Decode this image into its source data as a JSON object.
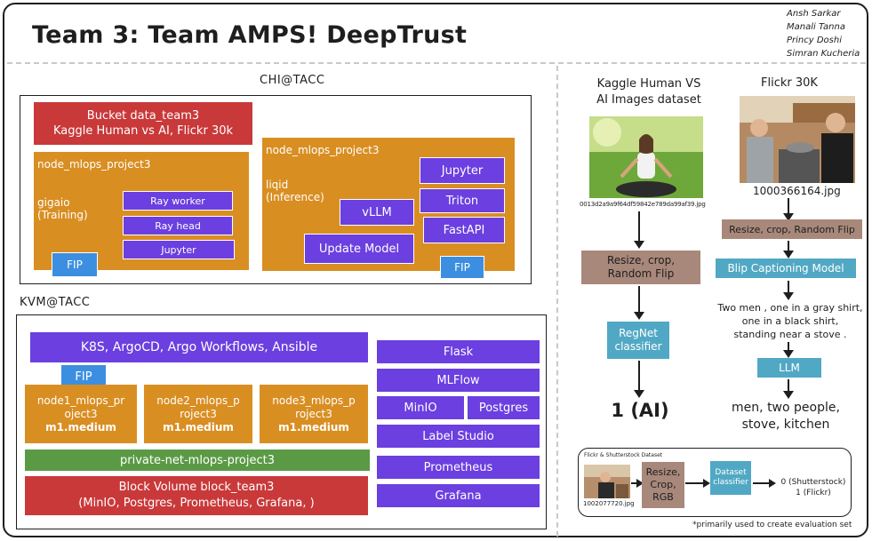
{
  "title": "Team 3: Team AMPS! DeepTrust",
  "authors": [
    "Ansh Sarkar",
    "Manali Tanna",
    "Princy Doshi",
    "Simran Kucheria"
  ],
  "chi": {
    "label": "CHI@TACC",
    "bucket": [
      "Bucket data_team3",
      "Kaggle Human vs AI, Flickr 30k"
    ],
    "node1": {
      "name": "node_mlops_project3",
      "role": [
        "gigaio",
        "(Training)"
      ],
      "ray_worker": "Ray worker",
      "ray_head": "Ray head",
      "jupyter": "Jupyter",
      "fip": "FIP"
    },
    "node2": {
      "name": "node_mlops_project3",
      "role": [
        "liqid",
        "(Inference)"
      ],
      "jupyter": "Jupyter",
      "triton": "Triton",
      "vllm": "vLLM",
      "fastapi": "FastAPI",
      "update_model": "Update Model",
      "fip": "FIP"
    }
  },
  "kvm": {
    "label": "KVM@TACC",
    "k8s": "K8S, ArgoCD, Argo Workflows, Ansible",
    "fip": "FIP",
    "nodes": [
      {
        "name": [
          "node1_mlops_pr",
          "oject3"
        ],
        "flavor": "m1.medium"
      },
      {
        "name": [
          "node2_mlops_p",
          "roject3"
        ],
        "flavor": "m1.medium"
      },
      {
        "name": [
          "node3_mlops_p",
          "roject3"
        ],
        "flavor": "m1.medium"
      }
    ],
    "network": "private-net-mlops-project3",
    "volume": [
      "Block Volume block_team3",
      "(MinIO, Postgres, Prometheus, Grafana, )"
    ],
    "services": {
      "flask": "Flask",
      "mlflow": "MLFlow",
      "minio": "MinIO",
      "postgres": "Postgres",
      "label_studio": "Label Studio",
      "prometheus": "Prometheus",
      "grafana": "Grafana"
    }
  },
  "kaggle_pipeline": {
    "title": [
      "Kaggle Human VS",
      "AI Images dataset"
    ],
    "filename": "0013d2a9a9f64df59842e789da99af39.jpg",
    "transform": [
      "Resize, crop,",
      "Random Flip"
    ],
    "model": [
      "RegNet",
      "classifier"
    ],
    "output": "1 (AI)"
  },
  "flickr_pipeline": {
    "title": "Flickr 30K",
    "filename": "1000366164.jpg",
    "transform": "Resize, crop, Random Flip",
    "model": "Blip Captioning Model",
    "caption": [
      "Two men , one in a gray shirt,",
      "one in a black shirt,",
      "standing near a stove ."
    ],
    "llm": "LLM",
    "output": [
      "men, two people,",
      "stove, kitchen"
    ]
  },
  "eval_pipeline": {
    "title": "Flickr & Shutterstock Dataset",
    "filename": "1002077720.jpg",
    "transform": [
      "Resize,",
      "Crop,",
      "RGB"
    ],
    "model": [
      "Dataset",
      "classifier"
    ],
    "output": [
      "0 (Shutterstock)",
      "1 (Flickr)"
    ]
  },
  "footnote": "*primarily used to create evaluation set",
  "colors": {
    "red": "#c9393a",
    "orange": "#d98e22",
    "purple": "#6b3fe0",
    "green": "#5b9a45",
    "cyan": "#51a8c4",
    "blue": "#3c8fe0",
    "brown": "#a8887a"
  }
}
